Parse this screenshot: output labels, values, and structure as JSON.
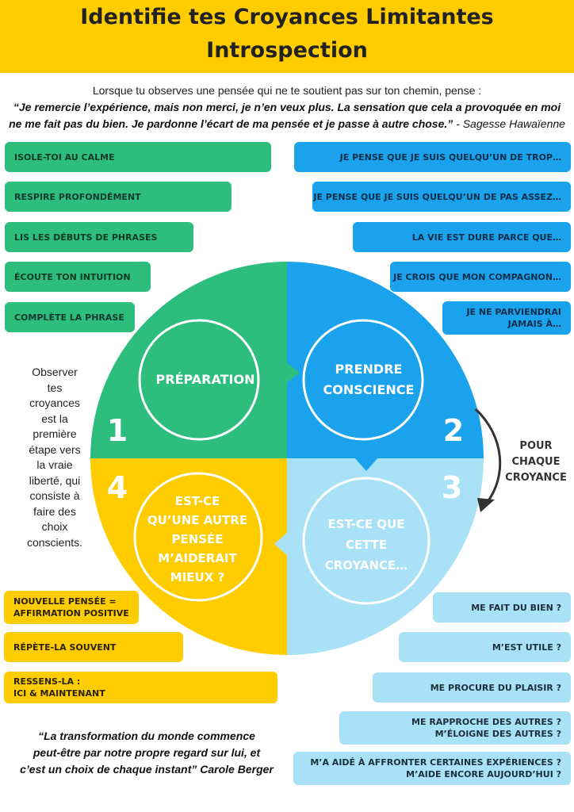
{
  "header": {
    "title_line1": "Identifie tes Croyances Limitantes",
    "title_line2": "Introspection"
  },
  "intro": {
    "lead": "Lorsque tu observes une pensée qui ne te soutient pas sur ton chemin, pense :",
    "quote": "“Je remercie l’expérience, mais non merci, je n’en veux plus. La sensation que cela a provoquée en moi ne me fait pas du bien. Je pardonne l’écart de ma pensée et je passe à autre chose.”",
    "source": " - Sagesse Hawaïenne"
  },
  "green_steps": [
    "ISOLE-TOI AU CALME",
    "RESPIRE PROFONDÉMENT",
    "LIS LES DÉBUTS DE PHRASES",
    "ÉCOUTE TON INTUITION",
    "COMPLÈTE LA PHRASE"
  ],
  "blue_prompts": [
    "JE PENSE QUE JE SUIS QUELQU’UN DE TROP…",
    "JE PENSE QUE JE SUIS QUELQU’UN DE PAS ASSEZ…",
    "LA VIE EST DURE PARCE QUE…",
    "JE CROIS QUE MON COMPAGNON…"
  ],
  "blue_prompt_last": {
    "line1": "JE NE PARVIENDRAI",
    "line2": "JAMAIS À…"
  },
  "side_text": [
    "Observer",
    "tes",
    "croyances",
    "est la",
    "première",
    "étape vers",
    "la vraie",
    "liberté, qui",
    "consiste à",
    "faire des",
    "choix",
    "conscients."
  ],
  "wheel": {
    "q1": {
      "number": "1",
      "label": "PRÉPARATION"
    },
    "q2": {
      "number": "2",
      "line1": "PRENDRE",
      "line2": "CONSCIENCE"
    },
    "q3": {
      "number": "3",
      "line1": "EST-CE QUE",
      "line2": "CETTE",
      "line3": "CROYANCE…"
    },
    "q4": {
      "number": "4",
      "line1": "EST-CE",
      "line2": "QU’UNE AUTRE",
      "line3": "PENSÉE",
      "line4": "M’AIDERAIT",
      "line5": "MIEUX ?"
    }
  },
  "pour_chaque": [
    "POUR",
    "CHAQUE",
    "CROYANCE"
  ],
  "yellow_items": {
    "item1_line1": "NOUVELLE PENSÉE =",
    "item1_line2": "AFFIRMATION POSITIVE",
    "item2": "RÉPÈTE-LA SOUVENT",
    "item3_line1": "RESSENS-LA :",
    "item3_line2": "ICI & MAINTENANT"
  },
  "lightblue_items": {
    "item1": "ME FAIT DU BIEN ?",
    "item2": "M’EST UTILE ?",
    "item3": "ME PROCURE DU PLAISIR ?",
    "item4_line1": "ME RAPPROCHE DES AUTRES ?",
    "item4_line2": "M’ÉLOIGNE DES AUTRES ?",
    "item5_line1": "M’A AIDÉ À AFFRONTER CERTAINES EXPÉRIENCES ?",
    "item5_line2": "M’AIDE ENCORE AUJOURD’HUI ?"
  },
  "bottom_quote": {
    "line1": "“La transformation du monde commence",
    "line2": "peut-être par notre propre regard sur lui, et",
    "line3": "c’est un choix de chaque instant” Carole Berger"
  },
  "colors": {
    "yellow": "#FFCC00",
    "green": "#2DBE7E",
    "blue": "#1AA3EC",
    "light_blue": "#A9E2F6"
  }
}
